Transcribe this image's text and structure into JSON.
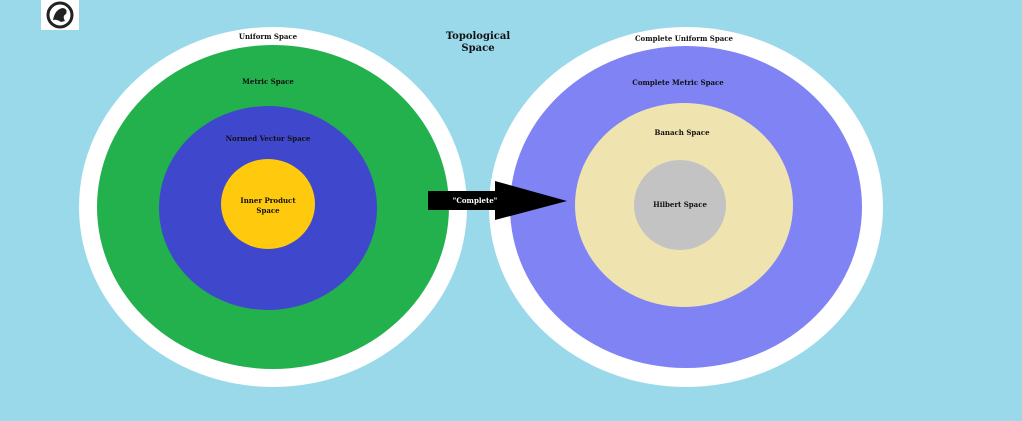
{
  "title": [
    "Topological",
    "Space"
  ],
  "left": {
    "uniform": "Uniform Space",
    "metric": "Metric Space",
    "normed": "Normed Vector Space",
    "inner": [
      "Inner Product",
      "Space"
    ]
  },
  "arrow_label": "\"Complete\"",
  "right": {
    "uniform": "Complete Uniform Space",
    "metric": "Complete Metric Space",
    "banach": "Banach Space",
    "hilbert": "Hilbert Space"
  },
  "colors": {
    "background": "#9ad9ea",
    "uniform": "#ffffff",
    "metric": "#22b14c",
    "normed": "#3f48cc",
    "inner": "#ffc90e",
    "complete_metric": "#7f83f4",
    "banach": "#efe4b0",
    "hilbert": "#c3c3c3"
  }
}
